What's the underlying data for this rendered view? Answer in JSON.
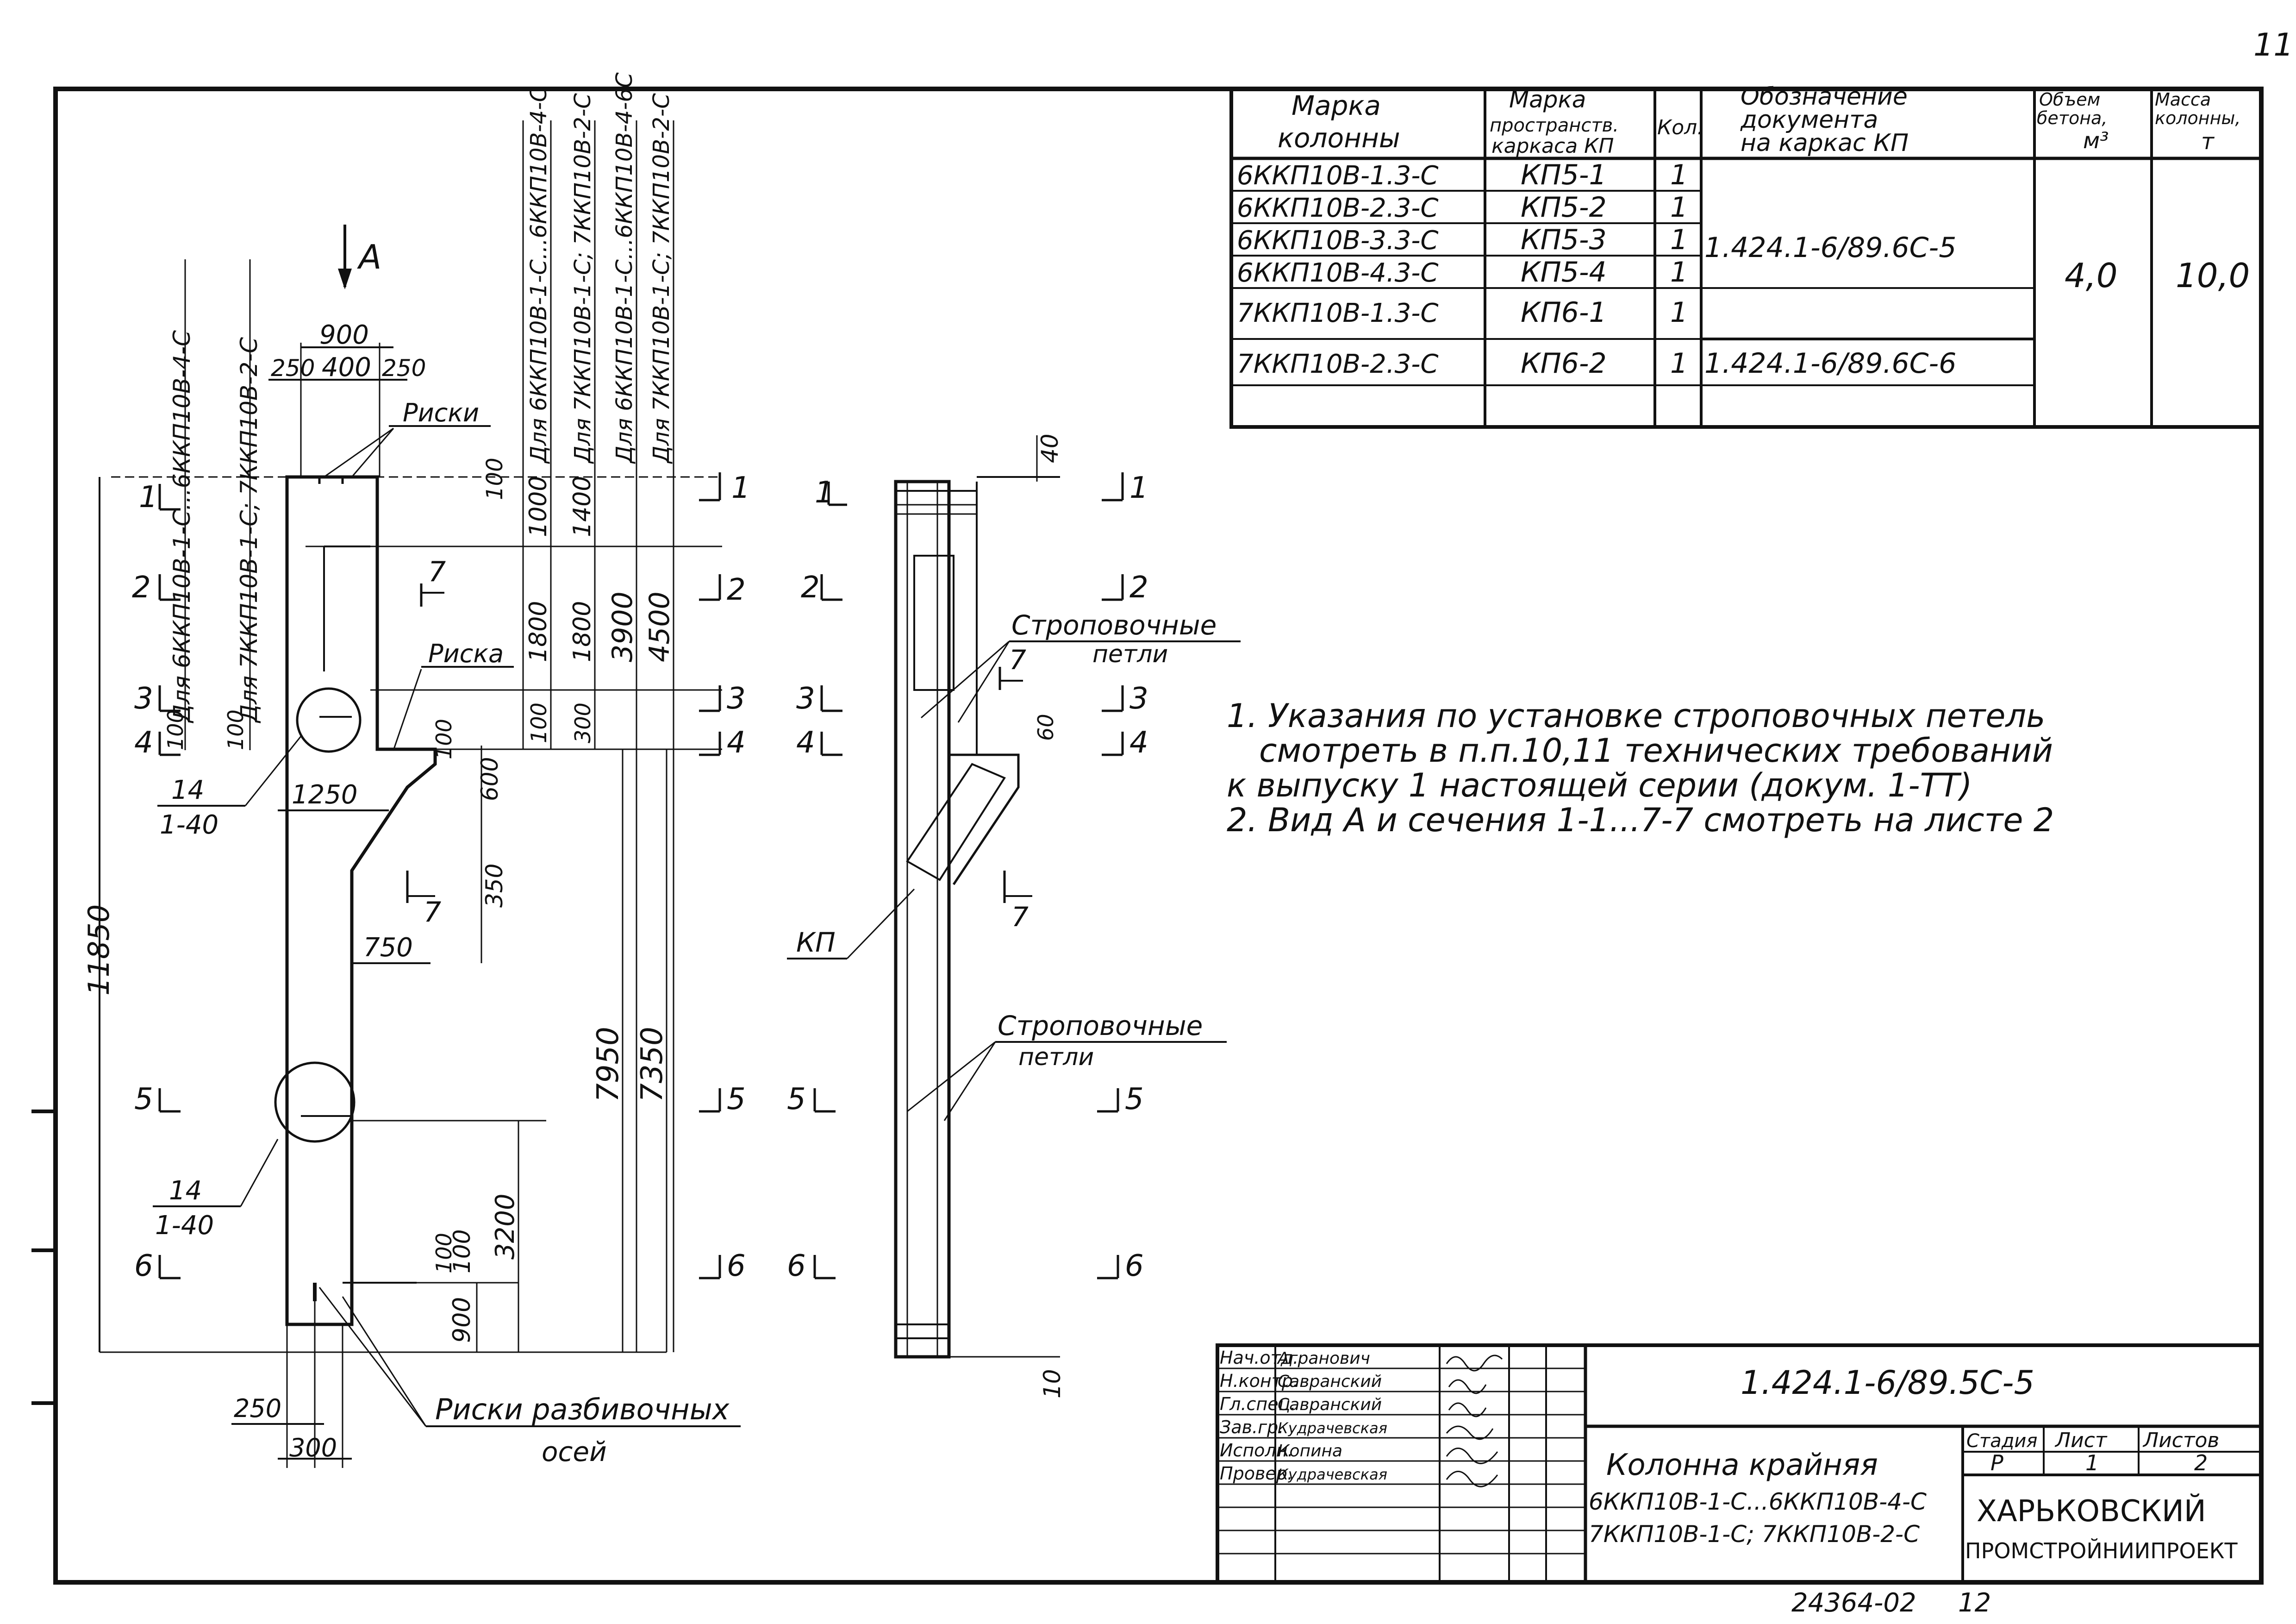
{
  "sheet": {
    "page_number": "11",
    "bottom_archive": "24364-02",
    "bottom_page": "12",
    "colors": {
      "ink": "#111111",
      "paper": "#ffffff"
    }
  },
  "spec_table": {
    "headers": {
      "col_mark": [
        "Марка",
        "колонны"
      ],
      "col_frame": [
        "Марка",
        "пространств.",
        "каркаса КП"
      ],
      "col_qty": "Кол.",
      "col_doc": [
        "Обозначение",
        "документа",
        "на каркас КП"
      ],
      "col_volume": [
        "Объем",
        "бетона,",
        "м³"
      ],
      "col_mass": [
        "Масса",
        "колонны,",
        "т"
      ]
    },
    "rows": [
      {
        "mark": "6ККП10В-1.3-С",
        "frame": "КП5-1",
        "qty": "1"
      },
      {
        "mark": "6ККП10В-2.3-С",
        "frame": "КП5-2",
        "qty": "1"
      },
      {
        "mark": "6ККП10В-3.3-С",
        "frame": "КП5-3",
        "qty": "1"
      },
      {
        "mark": "6ККП10В-4.3-С",
        "frame": "КП5-4",
        "qty": "1"
      },
      {
        "mark": "7ККП10В-1.3-С",
        "frame": "КП6-1",
        "qty": "1"
      },
      {
        "mark": "7ККП10В-2.3-С",
        "frame": "КП6-2",
        "qty": "1"
      }
    ],
    "doc_group1": "1.424.1-6/89.6С-5",
    "doc_group2": "1.424.1-6/89.6С-6",
    "volume": "4,0",
    "mass": "10,0"
  },
  "notes": [
    "1. Указания по установке строповочных петель",
    "смотреть в п.п.10,11 технических требований",
    "к выпуску 1 настоящей серии (докум. 1-ТТ)",
    "2. Вид А и сечения 1-1...7-7 смотреть на листе 2"
  ],
  "column_drawing": {
    "view_label": "А",
    "dims": {
      "top_total": "900",
      "top_left": "250",
      "top_mid": "400",
      "top_right": "250",
      "consol": "1250",
      "d750": "750",
      "d350": "350",
      "d600": "600",
      "d100a": "100",
      "d100b": "100",
      "d100c": "100",
      "d100d": "100",
      "d100e": "100",
      "d100f": "100",
      "d100g": "100",
      "d1000": "1000",
      "d1400": "1400",
      "d1800a": "1800",
      "d1800b": "1800",
      "d3900": "3900",
      "d4500": "4500",
      "d300": "300",
      "d7950": "7950",
      "d7350": "7350",
      "d3200": "3200",
      "d900": "900",
      "d11850": "11850",
      "bot250": "250",
      "bot300": "300"
    },
    "vertical_labels": [
      "Для 6ККП10В-1-С...6ККП10В-4-С",
      "Для 7ККП10В-1-С; 7ККП10В-2-С",
      "Для 6ККП10В-1-С...6ККП10В-4-С",
      "Для 7ККП10В-1-С; 7ККП10В-2-С",
      "Для 6ККП10В-1-С...6ККП10В-4-6С",
      "Для 7ККП10В-1-С; 7ККП10В-2-С"
    ],
    "labels": {
      "riski": "Риски",
      "riska": "Риска",
      "callout_top": [
        "14",
        "1-40"
      ],
      "callout_bot": [
        "14",
        "1-40"
      ],
      "riski_axes": [
        "Риски разбивочных",
        "осей"
      ],
      "sec7": "7"
    },
    "sections": [
      "1",
      "2",
      "3",
      "4",
      "5",
      "6"
    ]
  },
  "side_drawing": {
    "dims": {
      "d40": "40",
      "d60": "60",
      "d10": "10"
    },
    "labels": {
      "loops1": [
        "Строповочные",
        "петли"
      ],
      "loops2": [
        "Строповочные",
        "петли"
      ],
      "kp": "КП",
      "sec7": "7"
    },
    "sections": [
      "1",
      "2",
      "3",
      "4",
      "5",
      "6"
    ]
  },
  "title_block": {
    "roles": [
      "Нач.отд.",
      "Н.контр.",
      "Гл.спец.",
      "Зав.гр.",
      "Исполн.",
      "Провер."
    ],
    "names": [
      "Агранович",
      "Савранский",
      "Савранский",
      "Кудрачевская",
      "Копина",
      "Кудрачевская"
    ],
    "doc_code": "1.424.1-6/89.5С-5",
    "title_lines": [
      "Колонна крайняя",
      "6ККП10В-1-С...6ККП10В-4-С",
      "7ККП10В-1-С; 7ККП10В-2-С"
    ],
    "stage_label": "Стадия",
    "sheet_label": "Лист",
    "sheets_label": "Листов",
    "stage": "Р",
    "sheet": "1",
    "sheets": "2",
    "org_lines": [
      "ХАРЬКОВСКИЙ",
      "ПРОМСТРОЙНИИПРОЕКТ"
    ]
  }
}
